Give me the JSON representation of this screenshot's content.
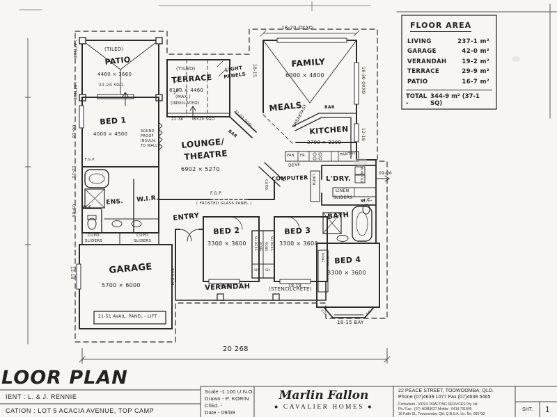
{
  "sheet": {
    "floor_area": {
      "title": "FLOOR AREA",
      "rows": [
        {
          "label": "LIVING",
          "value": "237-1 m²"
        },
        {
          "label": "GARAGE",
          "value": "42-0 m²"
        },
        {
          "label": "VERANDAH",
          "value": "19-2 m²"
        },
        {
          "label": "TERRACE",
          "value": "29-9 m²"
        },
        {
          "label": "PATIO",
          "value": "16-7 m²"
        }
      ],
      "total_label": "TOTAL -",
      "total_value": "344-9 m² (37-1 SQ)"
    },
    "title_block": {
      "drawing_title": "LOOR PLAN",
      "client": "IENT : L. & J. RENNIE",
      "location": "CATION : LOT 5 ACACIA AVENUE, TOP CAMP",
      "scale": "Scale -1:100 U.N.O.",
      "drawn": "Drawn - P. KORIN",
      "checked": "Chkd. -",
      "date": "Date -     09/09",
      "builder_name": "Marlin Fallon",
      "builder_sub": "CAVALIER HOMES",
      "bullet": "●",
      "address1": "22 PEACE STREET, TOOWOOMBA, QLD.",
      "address2": "Phone (07)4639 1077   Fax (07)4638 5465",
      "consultant1": "Consultant  -  VIPEX DRAFTING SERVICES Pty Ltd.",
      "consultant2": "Ph./ Fax -  (07) 46380627     Mobile -  0419 731800",
      "consultant3": "16 Faith St., Toowoomba, Qld.  Q.B.S.A. Lic. No. 065733",
      "sheet_label": "SHT.",
      "sheet_number": "1"
    }
  },
  "plan": {
    "rooms": {
      "patio": {
        "note": "(TILED)",
        "name": "PATIO",
        "dims": "4460 × 3660",
        "door": "21-24 SGD."
      },
      "bed1": {
        "name": "BED 1",
        "dims": "4000 × 4500"
      },
      "ens": {
        "name": "ENS."
      },
      "wir": {
        "name": "W.I.R."
      },
      "wc1": {
        "name": "W.C."
      },
      "garage": {
        "name": "GARAGE",
        "dims": "5700 × 6000",
        "door": "21-51 AVAIL. PANEL - LIFT"
      },
      "terrace": {
        "note": "(TILED)",
        "name": "TERRACE",
        "dims": "8160 × 4460",
        "max": "(MAX.)",
        "insulated": "(INSULATED)"
      },
      "family": {
        "name": "FAMILY",
        "dims": "6000 × 4800"
      },
      "meals": {
        "name": "MEALS"
      },
      "kitchen": {
        "name": "KITCHEN",
        "dims": "3700 × 3300"
      },
      "lounge": {
        "name1": "LOUNGE/",
        "name2": "THEATRE",
        "dims": "6902 × 5270"
      },
      "computer": {
        "name": "COMPUTER"
      },
      "ldry": {
        "name": "L'DRY."
      },
      "bath": {
        "name": "BATH"
      },
      "wc2": {
        "name": "W.C."
      },
      "bed2": {
        "name": "BED 2",
        "dims": "3300 × 3600"
      },
      "bed3": {
        "name": "BED 3",
        "dims": "3300 × 3600"
      },
      "bed4": {
        "name": "BED 4",
        "dims": "3300 × 3600"
      },
      "entry": {
        "name": "ENTRY"
      },
      "verandah": {
        "name": "VERANDAH",
        "note": "(STENCILCRETE)"
      }
    },
    "fixtures": {
      "bar": "BAR",
      "breakfast": "BREAKFAST",
      "pantry": "PANTRY",
      "fridge": "FR.",
      "pan": "PAN.",
      "desk": "DESK",
      "cupd": "CUPD.",
      "sliders": "SLIDERS",
      "robe": "ROBE",
      "shelf": "SH.",
      "linen": "LINEN",
      "wm": "W.M.",
      "tub": "TUB",
      "lattice": "LATTICE",
      "light_panels1": "LIGHT",
      "light_panels2": "PANELS"
    },
    "notes": {
      "sound1": "SOUND",
      "sound2": "PROOF",
      "sound3": "INSULN.",
      "sound4": "TO WALLS",
      "fgp": "F.G.P.",
      "frosted": "( FROSTED GLASS PANEL )",
      "fg": "F.G."
    },
    "codes": {
      "top_window": "18-70 OXXO",
      "family_left": "18-15",
      "right_upper": "18-30 OXXO",
      "right_lower": "12-18",
      "left1": "06-18",
      "left2": "12-12",
      "left3": "09-06",
      "garage_left": "12-18",
      "terrace1": "21-36",
      "terrace2": "8X20 SGD",
      "terrace_diag": "21-03 SGD",
      "ldry": "09-06",
      "bed_window": "18-18",
      "entry_door": "820 D/H",
      "bay": "18-15 BAY",
      "overall_width": "20 268"
    }
  }
}
